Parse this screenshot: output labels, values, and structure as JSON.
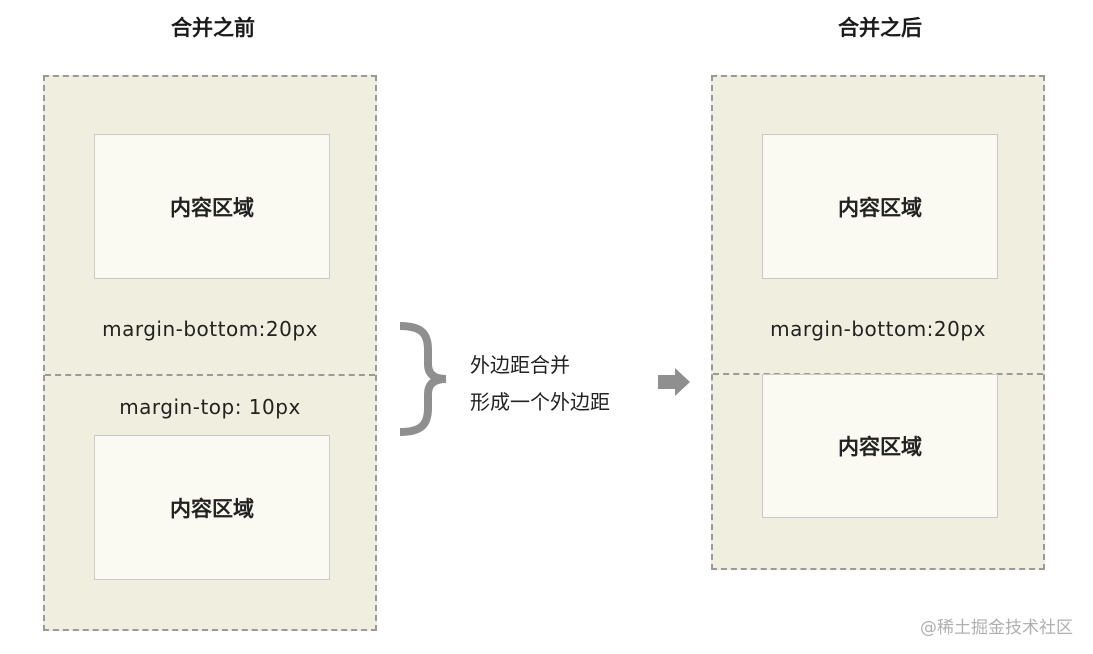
{
  "left": {
    "title": "合并之前",
    "top_content": "内容区域",
    "margin_bottom": "margin-bottom:20px",
    "margin_top": "margin-top: 10px",
    "bottom_content": "内容区域"
  },
  "middle": {
    "line1": "外边距合并",
    "line2": "形成一个外边距",
    "brace_icon": "right-curly-brace-icon",
    "arrow_icon": "right-arrow-icon"
  },
  "right": {
    "title": "合并之后",
    "top_content": "内容区域",
    "margin_bottom": "margin-bottom:20px",
    "bottom_content": "内容区域"
  },
  "watermark": "@稀土掘金技术社区",
  "colors": {
    "panel_bg": "#f0efdf",
    "content_bg": "#fafaf2",
    "dash": "#9a9a9a",
    "icon": "#8f8f8f"
  }
}
